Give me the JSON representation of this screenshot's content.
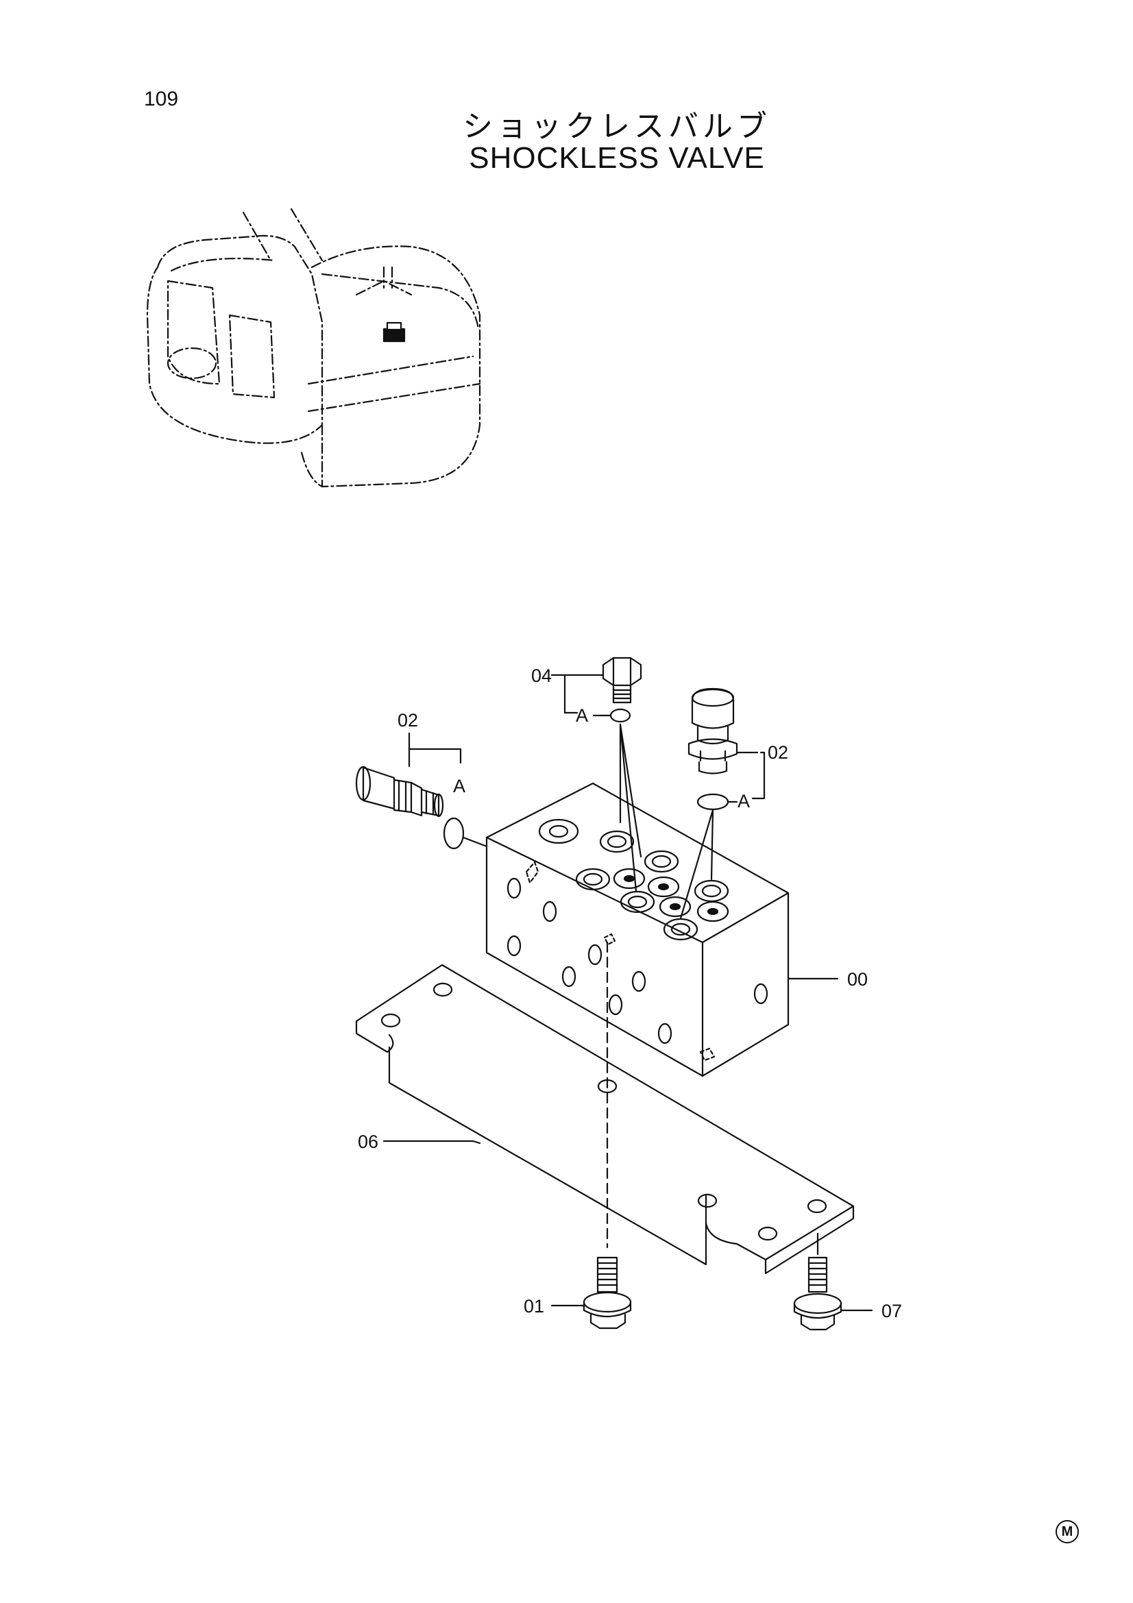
{
  "header": {
    "page_number": "109",
    "title_jp": "ショックレスバルブ",
    "title_en": "SHOCKLESS VALVE"
  },
  "callouts": {
    "valve_block": "00",
    "bolt_bottom": "01",
    "fitting_left": "02",
    "fitting_right": "02",
    "plug": "04",
    "bracket": "06",
    "bolt_right": "07",
    "ref_a_left": "A",
    "ref_a_top": "A",
    "ref_a_right": "A"
  },
  "footer": {
    "mark": "M"
  }
}
